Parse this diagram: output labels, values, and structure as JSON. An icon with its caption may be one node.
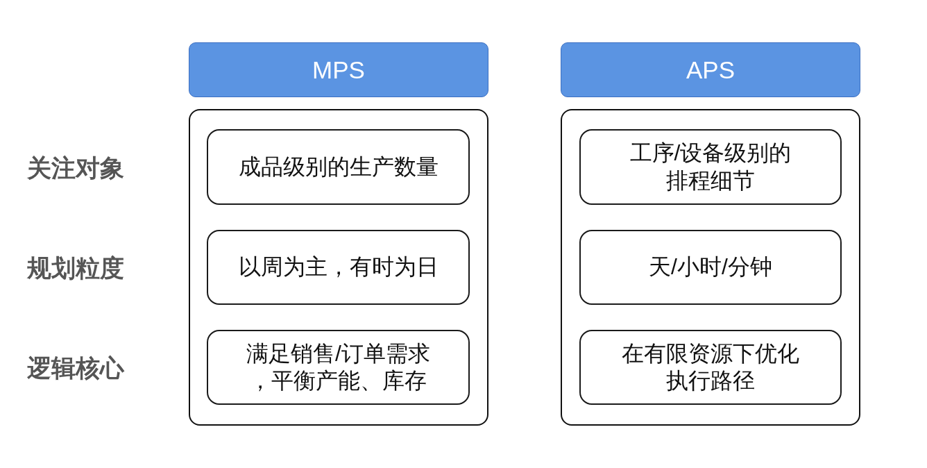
{
  "diagram": {
    "nodes": [
      {
        "text": [
          "MPS"
        ]
      },
      {
        "text": [],
        "shape": "box"
      },
      {
        "text": [
          "成品级别的生产数量"
        ],
        "in": 1
      },
      {
        "text": [
          "以周为主，有时为日"
        ],
        "in": 1
      },
      {
        "text": [
          "满足销售/订单需求，平衡产能、库存"
        ],
        "in": 1
      },
      {
        "text": [
          "APS"
        ]
      },
      {
        "text": [],
        "shape": "box"
      },
      {
        "text": [
          "工序/设备级别的排程细节"
        ],
        "in": 6
      },
      {
        "text": [
          "天/小时/分钟"
        ],
        "in": 6
      },
      {
        "text": [
          "在有限资源下优化执行路径"
        ],
        "in": 6
      }
    ],
    "labels": [
      "关注对象",
      "规划粒度",
      "逻辑核心"
    ]
  }
}
